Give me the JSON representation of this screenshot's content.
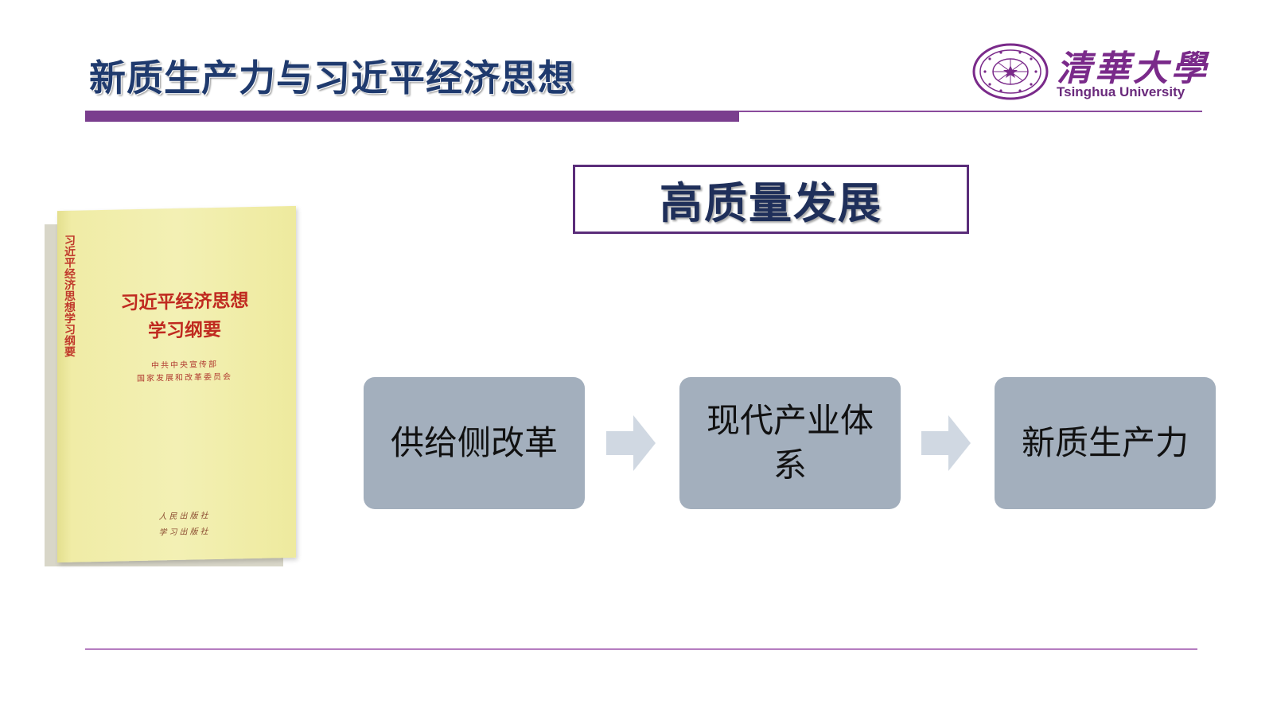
{
  "header": {
    "title": "新质生产力与习近平经济思想"
  },
  "logo": {
    "name_cn": "清華大學",
    "name_en": "Tsinghua University",
    "seal_icon": "tsinghua-seal-icon"
  },
  "book": {
    "spine": "习近平经济思想学习纲要",
    "title_line1": "习近平经济思想",
    "title_line2": "学习纲要",
    "publisher_line1": "中共中央宣传部",
    "publisher_line2": "国家发展和改革委员会",
    "press_line1": "人民出版社",
    "press_line2": "学习出版社"
  },
  "main": {
    "heading": "高质量发展",
    "steps": [
      {
        "label": "供给侧改革"
      },
      {
        "label": "现代产业体系"
      },
      {
        "label": "新质生产力"
      }
    ],
    "arrow_icon": "right-arrow-icon"
  },
  "colors": {
    "accent_purple": "#7a3e8e",
    "title_blue": "#1f3a6e",
    "step_fill": "#a3afbd",
    "arrow_fill": "#d0d8e2"
  }
}
